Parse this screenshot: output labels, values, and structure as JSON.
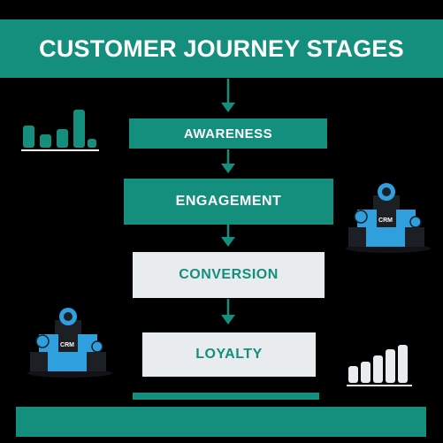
{
  "title": "CUSTOMER JOURNEY STAGES",
  "colors": {
    "teal": "#148f7d",
    "light_gray": "#e8ecee",
    "background": "#000000",
    "cube_blue": "#2f9fde",
    "cube_dark": "#1c1f24"
  },
  "stages": [
    {
      "label": "AWARENESS",
      "style": "teal"
    },
    {
      "label": "ENGAGEMENT",
      "style": "teal"
    },
    {
      "label": "CONVERSION",
      "style": "light"
    },
    {
      "label": "LOYALTY",
      "style": "light"
    }
  ],
  "icons": {
    "top_left": "bar-chart-icon",
    "bottom_right": "bar-chart-icon",
    "right": "crm-cube-pyramid-icon",
    "left": "crm-cube-pyramid-icon"
  },
  "cube_labels": {
    "crm": "CRM"
  }
}
